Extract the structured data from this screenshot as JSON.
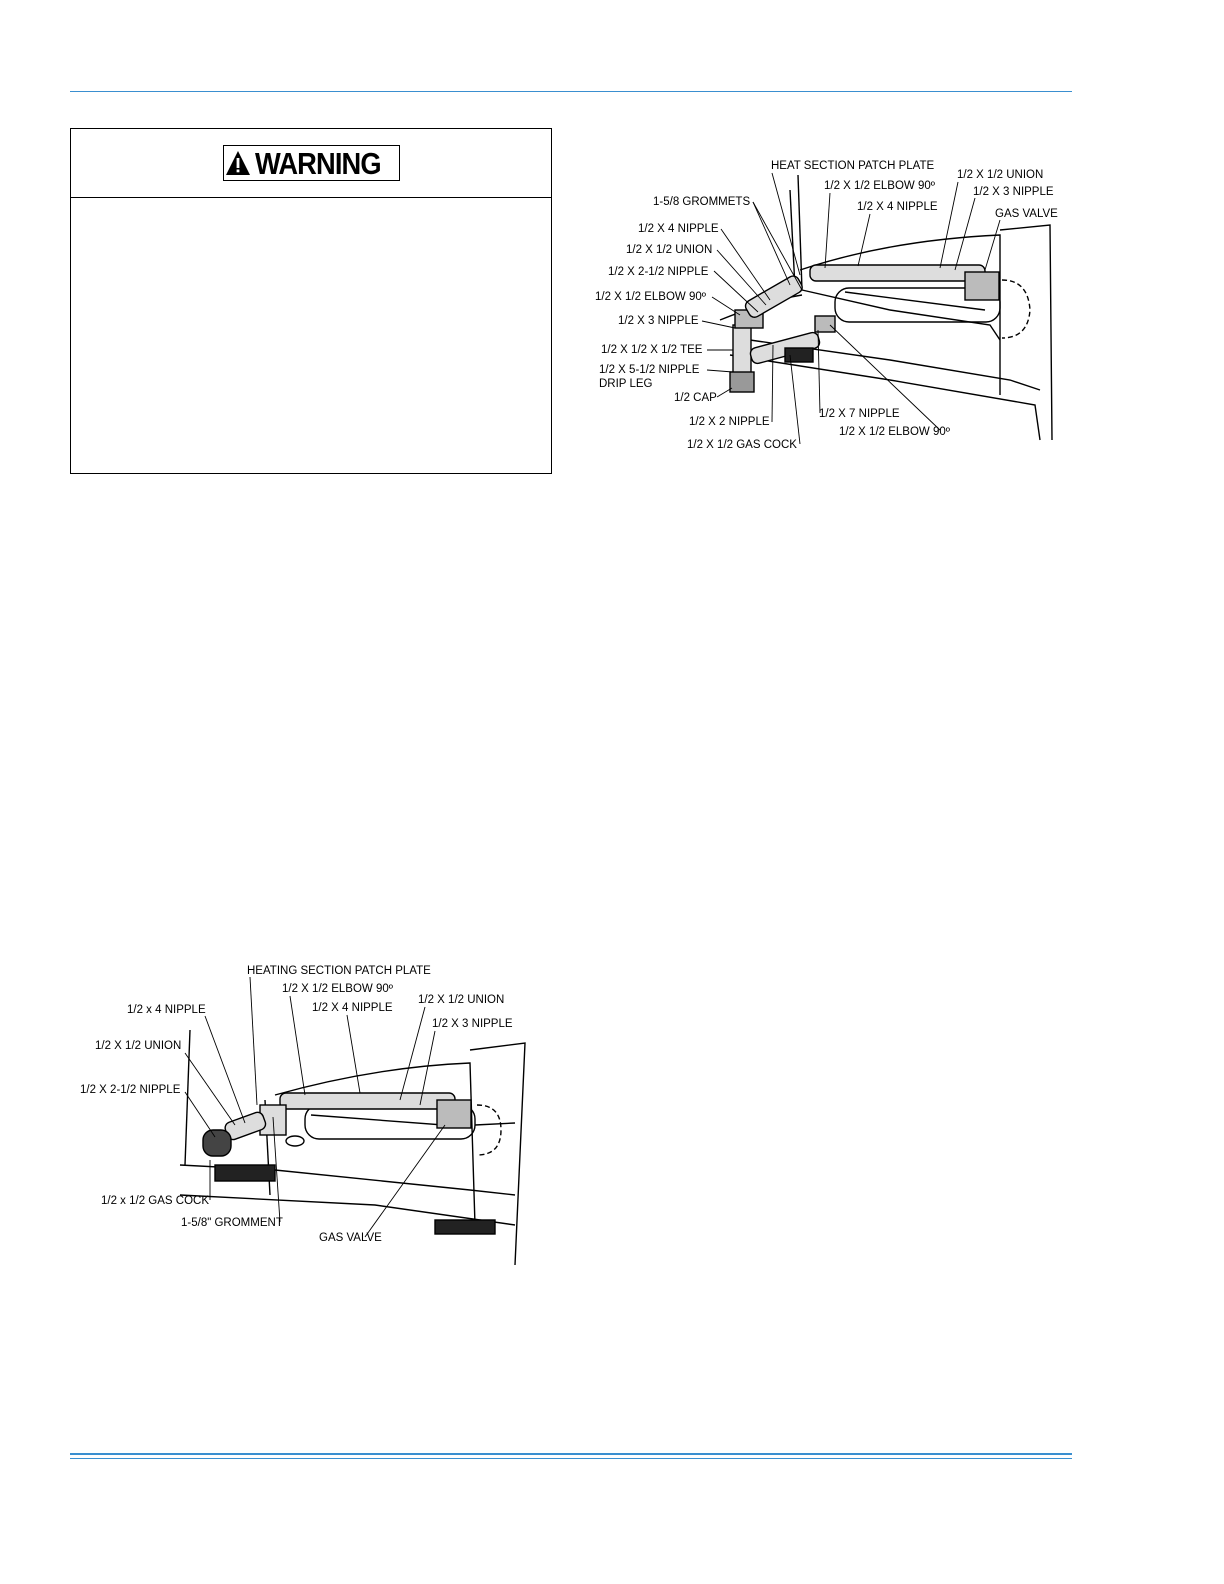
{
  "warning": {
    "title": "WARNING"
  },
  "figure_top": {
    "labels": {
      "heat_section_patch_plate": "HEAT SECTION PATCH PLATE",
      "elbow_90_top": "1/2 X 1/2 ELBOW 90º",
      "nipple_4_right": "1/2 X 4 NIPPLE",
      "union_right": "1/2 X 1/2 UNION",
      "nipple_3_right": "1/2 X 3 NIPPLE",
      "gas_valve": "GAS VALVE",
      "grommets": "1-5/8 GROMMETS",
      "nipple_4_left": "1/2 X 4 NIPPLE",
      "union_left": "1/2 X 1/2 UNION",
      "nipple_2_5": "1/2 X 2-1/2 NIPPLE",
      "elbow_90_left": "1/2 X 1/2 ELBOW 90º",
      "nipple_3_left": "1/2 X 3 NIPPLE",
      "tee": "1/2 X 1/2 X 1/2 TEE",
      "nipple_5_5": "1/2 X 5-1/2 NIPPLE",
      "drip_leg": "DRIP LEG",
      "cap": "1/2 CAP",
      "nipple_2": "1/2 X 2 NIPPLE",
      "gas_cock": "1/2 X 1/2 GAS COCK",
      "nipple_7": "1/2 X 7 NIPPLE",
      "elbow_90_bottom": "1/2 X 1/2 ELBOW 90º"
    }
  },
  "figure_bottom": {
    "labels": {
      "heating_section_patch_plate": "HEATING SECTION PATCH PLATE",
      "elbow_90": "1/2 X 1/2 ELBOW 90º",
      "nipple_4_a": "1/2 x 4 NIPPLE",
      "nipple_4_b": "1/2 X 4 NIPPLE",
      "union_right": "1/2 X 1/2 UNION",
      "nipple_3": "1/2 X 3 NIPPLE",
      "union_left": "1/2 X 1/2 UNION",
      "nipple_2_5": "1/2 X 2-1/2 NIPPLE",
      "gas_cock": "1/2 x 1/2 GAS COCK",
      "gromment": "1-5/8\" GROMMENT",
      "gas_valve": "GAS VALVE"
    }
  }
}
